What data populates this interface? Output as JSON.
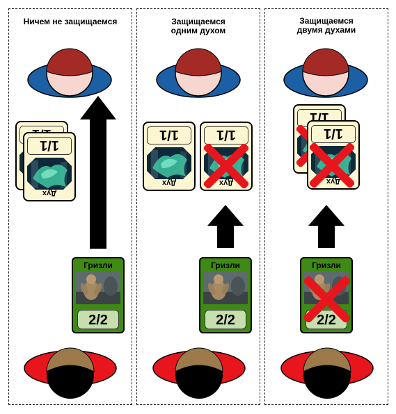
{
  "panels": [
    {
      "title": "Ничем не защищаемся"
    },
    {
      "title": "Защищаемся\nодним духом"
    },
    {
      "title": "Защищаемся\nдвумя духами"
    }
  ],
  "spirit_card": {
    "stat": "1/1",
    "name": "Дух"
  },
  "grizzly_card": {
    "name": "Гризли",
    "stat": "2/2"
  },
  "colors": {
    "opponent_body": "#1b5fa5",
    "opponent_head": "#a42a25",
    "player_body": "#e8161c",
    "player_head": "#000000",
    "player_hair": "#9c7a4a",
    "grizzly_green": "#3f8a14",
    "card_cream": "#fdf6d3",
    "cross_red": "#e8161c"
  },
  "icons": [
    "opponent-figure-icon",
    "player-figure-icon",
    "attack-arrow-icon",
    "spirit-art-icon",
    "grizzly-art-icon",
    "cross-icon"
  ]
}
